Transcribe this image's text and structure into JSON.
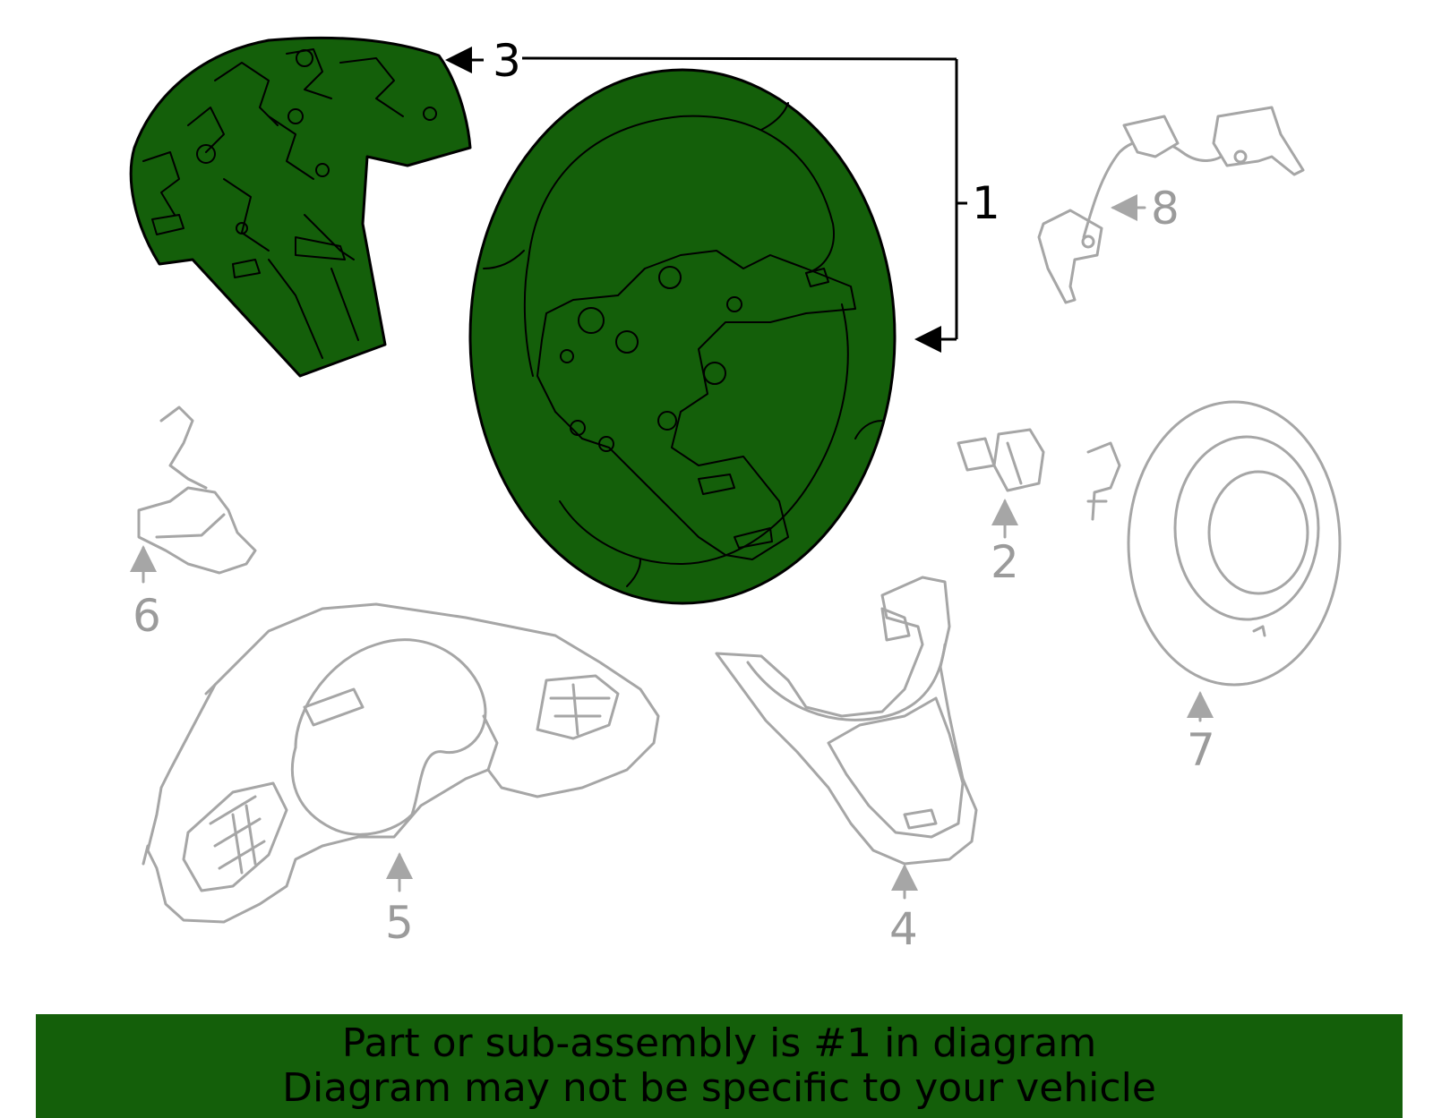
{
  "diagram": {
    "callouts": [
      {
        "id": "1",
        "highlighted": true
      },
      {
        "id": "2",
        "highlighted": false
      },
      {
        "id": "3",
        "highlighted": true
      },
      {
        "id": "4",
        "highlighted": false
      },
      {
        "id": "5",
        "highlighted": false
      },
      {
        "id": "6",
        "highlighted": false
      },
      {
        "id": "7",
        "highlighted": false
      },
      {
        "id": "8",
        "highlighted": false
      }
    ],
    "colors": {
      "highlight": "#145f0a",
      "outline": "#000000",
      "inactive": "#a6a6a6"
    }
  },
  "banner": {
    "line1": "Part or sub-assembly is #1 in diagram",
    "line2": "Diagram may not be specific to your vehicle"
  }
}
